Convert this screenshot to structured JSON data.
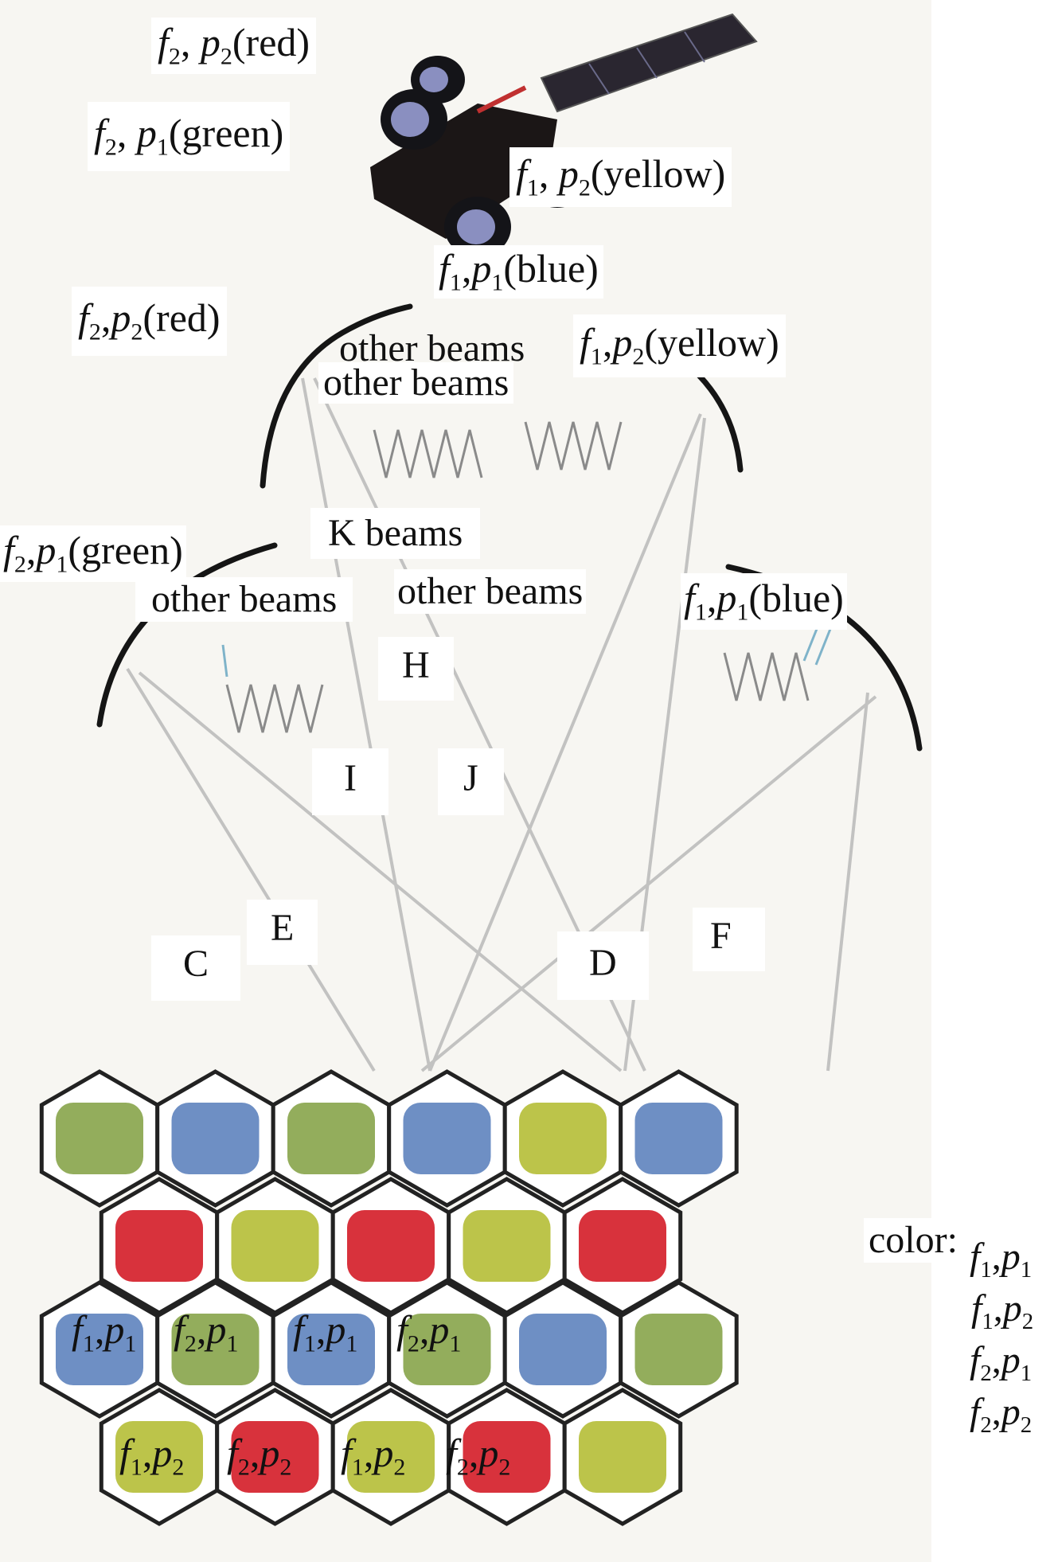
{
  "satellite_labels": {
    "red": {
      "f": "f",
      "fi": "2",
      "p": "p",
      "pi": "2",
      "color": "(red)"
    },
    "green": {
      "f": "f",
      "fi": "2",
      "p": "p",
      "pi": "1",
      "color": "(green)"
    },
    "yellow": {
      "f": "f",
      "fi": "1",
      "p": "p",
      "pi": "2",
      "color": "(yellow)"
    }
  },
  "reflector_labels": {
    "top_blue": {
      "f": "f",
      "fi": "1",
      "p": "p",
      "pi": "1",
      "color": "(blue)"
    },
    "top_red": {
      "f": "f",
      "fi": "2",
      "p": "p",
      "pi": "2",
      "color": "(red)"
    },
    "top_yellow": {
      "f": "f",
      "fi": "1",
      "p": "p",
      "pi": "2",
      "color": "(yellow)"
    },
    "left_green": {
      "f": "f",
      "fi": "2",
      "p": "p",
      "pi": "1",
      "color": "(green)"
    },
    "right_blue": {
      "f": "f",
      "fi": "1",
      "p": "p",
      "pi": "1",
      "color": "(blue)"
    }
  },
  "beam_text": {
    "other_beams_1": "other beams",
    "other_beams_2": "other beams",
    "k_beams": "K beams",
    "other_beams_left": "other beams",
    "other_beams_right": "other beams"
  },
  "beam_letters": {
    "H": "H",
    "I": "I",
    "J": "J",
    "C": "C",
    "D": "D",
    "E": "E",
    "F": "F"
  },
  "colors": {
    "blue": "#6e8fc4",
    "green": "#93ad5c",
    "yellow": "#bcc44a",
    "red": "#d8323c",
    "hex_stroke": "#222222",
    "beam_line": "#b9b9b9",
    "satellite_body": "#1b1616"
  },
  "cells": {
    "row3": [
      {
        "f": "f",
        "fi": "1",
        "p": "p",
        "pi": "1"
      },
      {
        "f": "f",
        "fi": "2",
        "p": "p",
        "pi": "1"
      },
      {
        "f": "f",
        "fi": "1",
        "p": "p",
        "pi": "1"
      },
      {
        "f": "f",
        "fi": "2",
        "p": "p",
        "pi": "1"
      }
    ],
    "row4": [
      {
        "f": "f",
        "fi": "1",
        "p": "p",
        "pi": "2"
      },
      {
        "f": "f",
        "fi": "2",
        "p": "p",
        "pi": "2"
      },
      {
        "f": "f",
        "fi": "1",
        "p": "p",
        "pi": "2"
      },
      {
        "f": "f",
        "fi": "2",
        "p": "p",
        "pi": "2"
      }
    ]
  },
  "legend": {
    "title": "color:",
    "items": [
      {
        "f": "f",
        "fi": "1",
        "p": "p",
        "pi": "1"
      },
      {
        "f": "f",
        "fi": "1",
        "p": "p",
        "pi": "2"
      },
      {
        "f": "f",
        "fi": "2",
        "p": "p",
        "pi": "1"
      },
      {
        "f": "f",
        "fi": "2",
        "p": "p",
        "pi": "2"
      }
    ]
  }
}
